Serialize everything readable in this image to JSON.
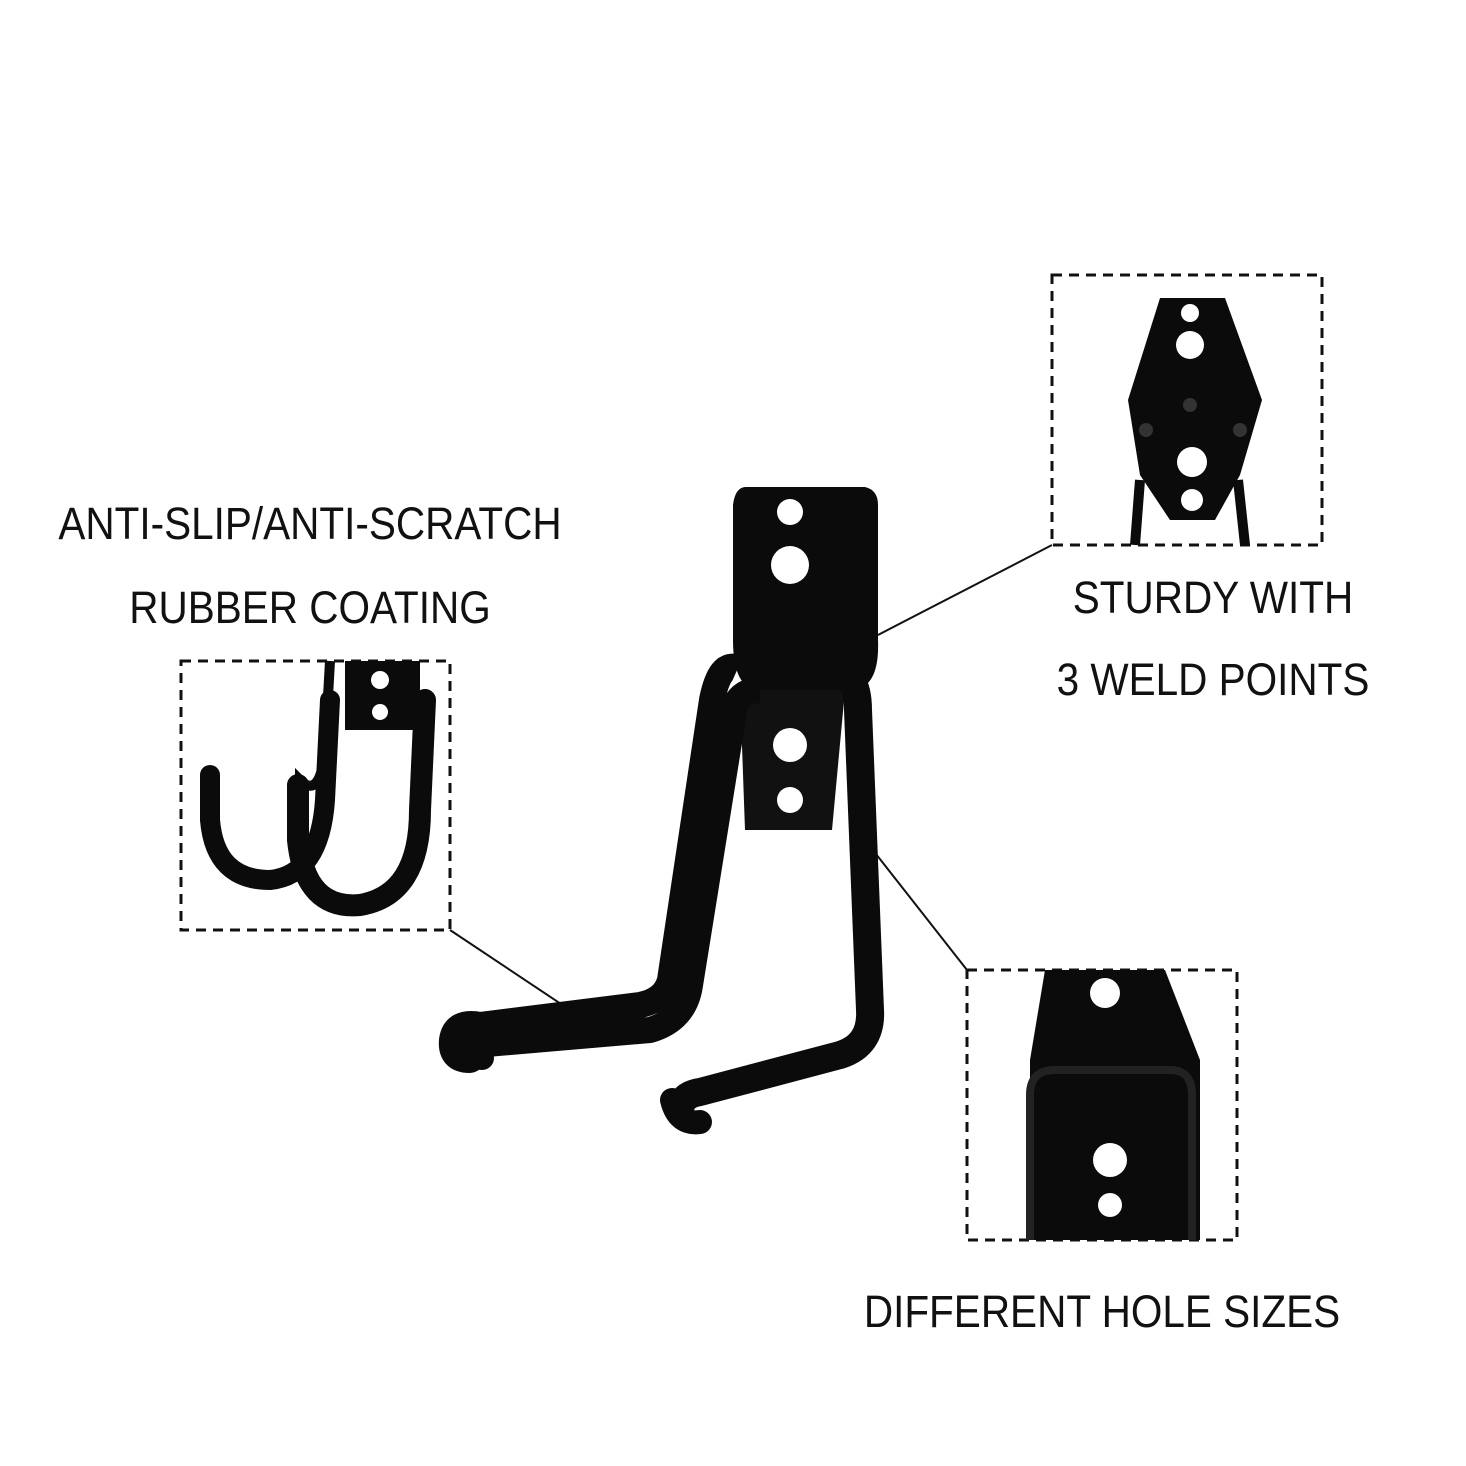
{
  "colors": {
    "product": "#0b0b0b",
    "background": "#ffffff",
    "text": "#111111"
  },
  "callouts": {
    "coating": {
      "line1": "ANTI-SLIP/ANTI-SCRATCH",
      "line2": "RUBBER COATING"
    },
    "weld": {
      "line1": "STURDY WITH",
      "line2": "3 WELD POINTS"
    },
    "holes": {
      "line1": "DIFFERENT HOLE SIZES"
    }
  }
}
